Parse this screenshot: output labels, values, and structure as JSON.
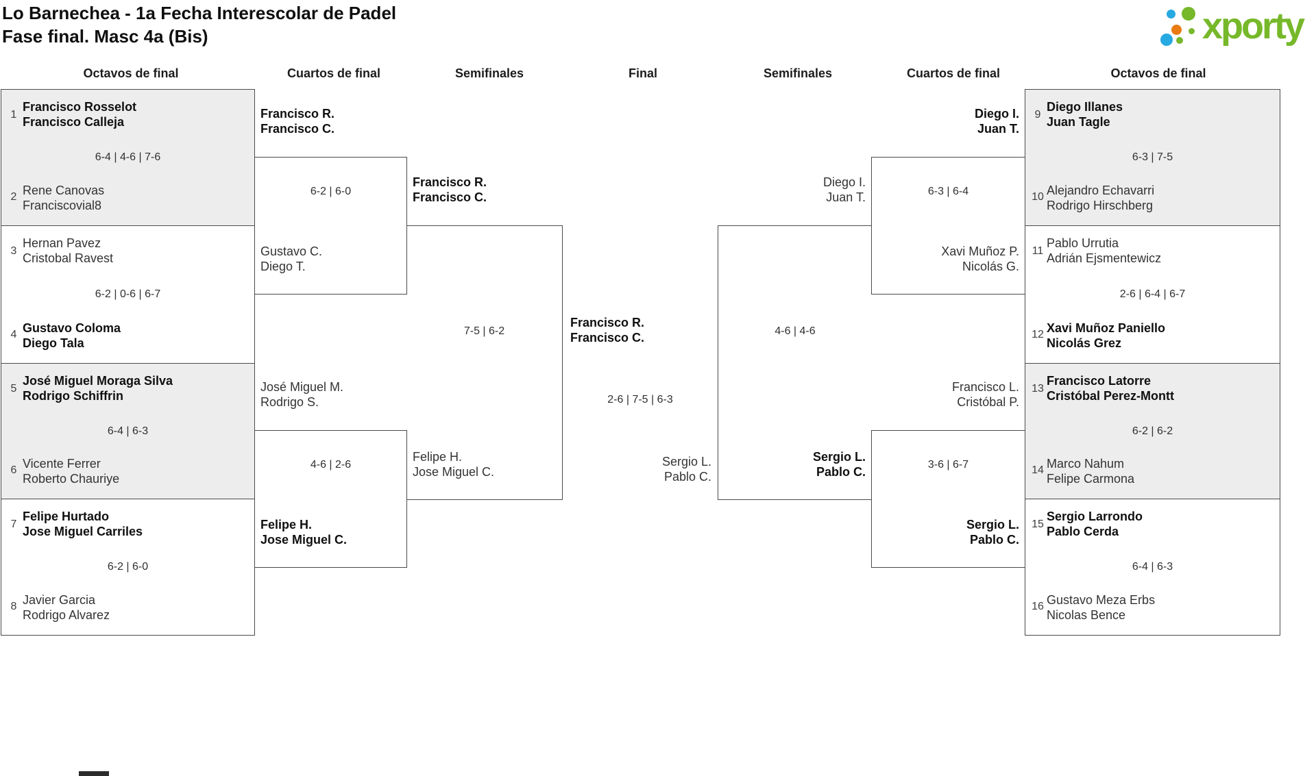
{
  "title": {
    "line1": "Lo Barnechea - 1a Fecha Interescolar de Padel",
    "line2": "Fase final. Masc 4a (Bis)"
  },
  "logo": {
    "text": "xporty",
    "green": "#76b82a",
    "blue": "#27a9e1",
    "orange": "#e97b10"
  },
  "headers": {
    "octavos_left": "Octavos de final",
    "cuartos_left": "Cuartos de final",
    "semis_left": "Semifinales",
    "final": "Final",
    "semis_right": "Semifinales",
    "cuartos_right": "Cuartos de final",
    "octavos_right": "Octavos de final"
  },
  "octavos": [
    {
      "seed_a": "1",
      "team_a1": "Francisco Rosselot",
      "team_a2": "Francisco Calleja",
      "score": "6-4 | 4-6 | 7-6",
      "seed_b": "2",
      "team_b1": "Rene Canovas",
      "team_b2": "Franciscovial8",
      "winner": "a"
    },
    {
      "seed_a": "3",
      "team_a1": "Hernan Pavez",
      "team_a2": "Cristobal Ravest",
      "score": "6-2 | 0-6 | 6-7",
      "seed_b": "4",
      "team_b1": "Gustavo Coloma",
      "team_b2": "Diego Tala",
      "winner": "b"
    },
    {
      "seed_a": "5",
      "team_a1": "José Miguel Moraga Silva",
      "team_a2": "Rodrigo Schiffrin",
      "score": "6-4 | 6-3",
      "seed_b": "6",
      "team_b1": "Vicente Ferrer",
      "team_b2": "Roberto Chauriye",
      "winner": "a"
    },
    {
      "seed_a": "7",
      "team_a1": "Felipe Hurtado",
      "team_a2": "Jose Miguel Carriles",
      "score": "6-2 | 6-0",
      "seed_b": "8",
      "team_b1": "Javier Garcia",
      "team_b2": "Rodrigo Alvarez",
      "winner": "a"
    },
    {
      "seed_a": "9",
      "team_a1": "Diego Illanes",
      "team_a2": "Juan Tagle",
      "score": "6-3 | 7-5",
      "seed_b": "10",
      "team_b1": "Alejandro Echavarri",
      "team_b2": "Rodrigo Hirschberg",
      "winner": "a"
    },
    {
      "seed_a": "11",
      "team_a1": "Pablo Urrutia",
      "team_a2": "Adrián Ejsmentewicz",
      "score": "2-6 | 6-4 | 6-7",
      "seed_b": "12",
      "team_b1": "Xavi Muñoz Paniello",
      "team_b2": "Nicolás Grez",
      "winner": "b"
    },
    {
      "seed_a": "13",
      "team_a1": "Francisco Latorre",
      "team_a2": "Cristóbal Perez-Montt",
      "score": "6-2 | 6-2",
      "seed_b": "14",
      "team_b1": "Marco Nahum",
      "team_b2": "Felipe Carmona",
      "winner": "a"
    },
    {
      "seed_a": "15",
      "team_a1": "Sergio Larrondo",
      "team_a2": "Pablo Cerda",
      "score": "6-4 | 6-3",
      "seed_b": "16",
      "team_b1": "Gustavo Meza Erbs",
      "team_b2": "Nicolas Bence",
      "winner": "a"
    }
  ],
  "cuartos": [
    {
      "team_a1": "Francisco R.",
      "team_a2": "Francisco C.",
      "score": "6-2 | 6-0",
      "team_b1": "Gustavo C.",
      "team_b2": "Diego T.",
      "winner": "a"
    },
    {
      "team_a1": "José Miguel M.",
      "team_a2": "Rodrigo S.",
      "score": "4-6 | 2-6",
      "team_b1": "Felipe H.",
      "team_b2": "Jose Miguel C.",
      "winner": "b"
    },
    {
      "team_a1": "Diego I.",
      "team_a2": "Juan T.",
      "score": "6-3 | 6-4",
      "team_b1": "Xavi Muñoz P.",
      "team_b2": "Nicolás G.",
      "winner": "a"
    },
    {
      "team_a1": "Francisco L.",
      "team_a2": "Cristóbal P.",
      "score": "3-6 | 6-7",
      "team_b1": "Sergio L.",
      "team_b2": "Pablo C.",
      "winner": "b"
    }
  ],
  "semis": [
    {
      "team_a1": "Francisco R.",
      "team_a2": "Francisco C.",
      "score": "7-5 | 6-2",
      "team_b1": "Felipe H.",
      "team_b2": "Jose Miguel C.",
      "winner": "a"
    },
    {
      "team_a1": "Diego I.",
      "team_a2": "Juan T.",
      "score": "4-6 | 4-6",
      "team_b1": "Sergio L.",
      "team_b2": "Pablo C.",
      "winner": "b"
    }
  ],
  "final": {
    "team_a1": "Francisco R.",
    "team_a2": "Francisco C.",
    "score": "2-6 | 7-5 | 6-3",
    "team_b1": "Sergio L.",
    "team_b2": "Pablo C.",
    "winner": "a"
  }
}
